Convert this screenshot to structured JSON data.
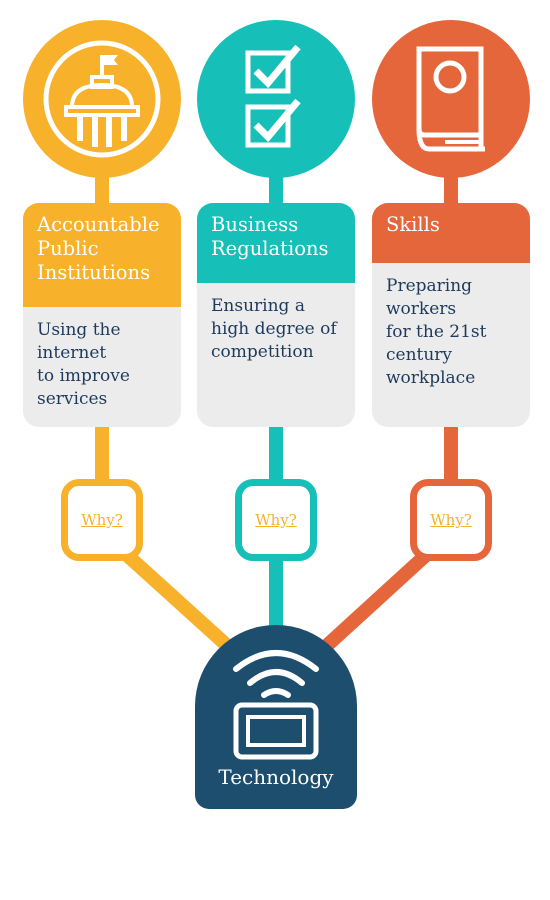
{
  "colors": {
    "yellow": "#f7b12b",
    "teal": "#16bfb7",
    "orange": "#e4663a",
    "navy": "#1d4e6d",
    "card_body_bg": "#ececec",
    "body_text": "#1d3a5c"
  },
  "pillars": [
    {
      "icon": "government-building-icon",
      "title": "Accountable Public Institutions",
      "title_lines": [
        "Accountable",
        "Public",
        "Institutions"
      ],
      "description_lines": [
        "Using the",
        "internet",
        "to improve",
        "services"
      ],
      "link": "Why?"
    },
    {
      "icon": "checklist-icon",
      "title": "Business Regulations",
      "title_lines": [
        "Business",
        "Regulations"
      ],
      "description_lines": [
        "Ensuring a",
        "high degree of",
        "competition"
      ],
      "link": "Why?"
    },
    {
      "icon": "book-icon",
      "title": "Skills",
      "title_lines": [
        "Skills"
      ],
      "description_lines": [
        "Preparing",
        "workers",
        "for the 21st",
        "century",
        "workplace"
      ],
      "link": "Why?"
    }
  ],
  "hub": {
    "icon": "wireless-device-icon",
    "label": "Technology"
  }
}
